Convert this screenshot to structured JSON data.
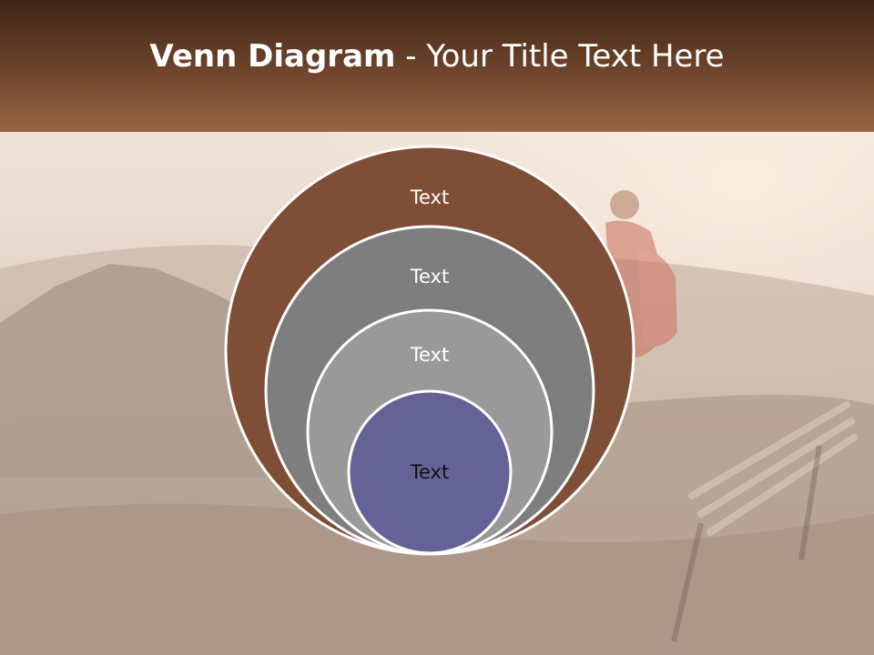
{
  "title": {
    "bold": "Venn Diagram",
    "rest": " - Your Title Text Here"
  },
  "diagram": {
    "type": "nested-venn",
    "circles": [
      {
        "label": "Text",
        "fill": "#7f4e36",
        "label_color": "#ffffff"
      },
      {
        "label": "Text",
        "fill": "#7e7e7e",
        "label_color": "#ffffff"
      },
      {
        "label": "Text",
        "fill": "#999999",
        "label_color": "#ffffff"
      },
      {
        "label": "Text",
        "fill": "#656298",
        "label_color": "#111111"
      }
    ],
    "outline_color": "#ffffff"
  },
  "colors": {
    "header_top": "#3e2619",
    "header_bottom": "#9a6444",
    "background_tone": "#cdbdb0"
  }
}
